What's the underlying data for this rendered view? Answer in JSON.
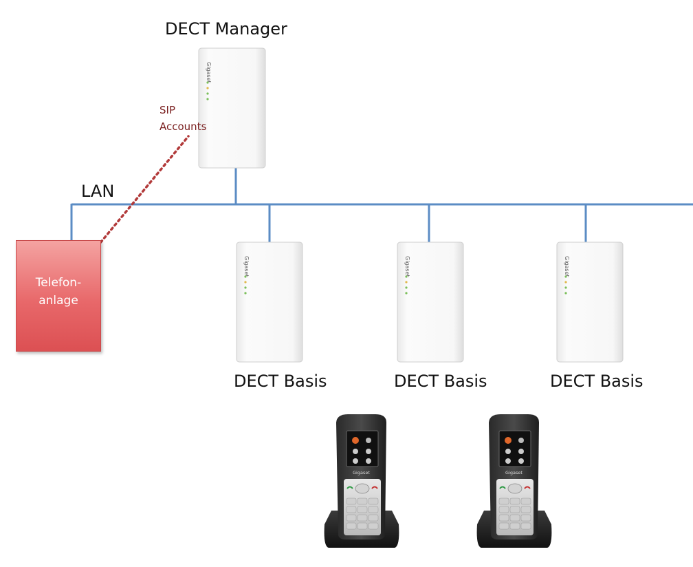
{
  "labels": {
    "manager": "DECT Manager",
    "lan": "LAN",
    "sip_line1": "SIP",
    "sip_line2": "Accounts",
    "pbx_line1": "Telefon-",
    "pbx_line2": "anlage",
    "base1": "DECT Basis",
    "base2": "DECT Basis",
    "base3": "DECT Basis"
  },
  "device_brand": "Gigaset",
  "colors": {
    "lan_line": "#5b8cc4",
    "sip_dotted": "#b23a3a",
    "pbx_fill": "#e8686a",
    "device_body": "#f6f6f6"
  }
}
